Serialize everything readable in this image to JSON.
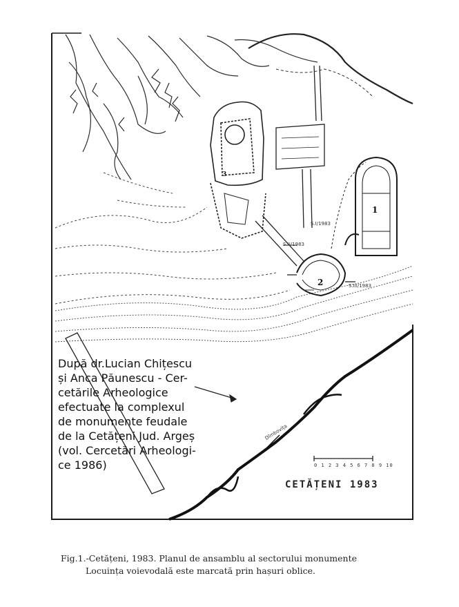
{
  "credit_lines": [
    "După dr.Lucian Chițescu",
    "și Anca Păunescu - Cer-",
    "cetările Arheologice",
    "efectuate la complexul",
    "de monumente feudale",
    "de la Cetățeni Jud. Argeș",
    "(vol. Cercetări Arheologi-",
    "ce 1986)"
  ],
  "stamp": "CETĂȚENI 1983",
  "scale_label": "0 1 2 3 4 5 6 7 8 9 10",
  "markers": {
    "m1": "1",
    "m2": "2",
    "m3": "3"
  },
  "river_label": "Dîmbovița",
  "section_labels": {
    "s1": "S.I/1983",
    "s2": "S.II/1983",
    "s3": "S.III/1983"
  },
  "caption_lines": [
    "Fig.1.-Cetățeni, 1983. Planul de ansamblu al sectorului monumente",
    "Locuința voievodală este marcată prin hașuri oblice."
  ]
}
